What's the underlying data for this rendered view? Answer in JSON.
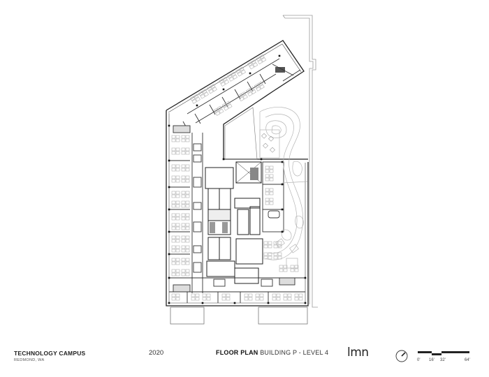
{
  "drawing": {
    "type": "architectural floor plan",
    "view": "Level 4 floor plate with landscaped courtyard / roof terrace"
  },
  "title_block": {
    "project_name": "TECHNOLOGY CAMPUS",
    "location": "REDMOND, WA",
    "year": "2020",
    "plan_title_bold": "FLOOR PLAN",
    "plan_title_rest": " BUILDING P - LEVEL 4",
    "firm_logo": "lmn"
  },
  "north_arrow": {
    "icon": "north-arrow-icon"
  },
  "scale_bar": {
    "labels": [
      "0'",
      "16'",
      "32'",
      "64'"
    ]
  },
  "colors": {
    "line": "#2a2a2a",
    "light_line": "#9a9a9a",
    "landscape": "#b5b5b5",
    "background": "#ffffff"
  }
}
